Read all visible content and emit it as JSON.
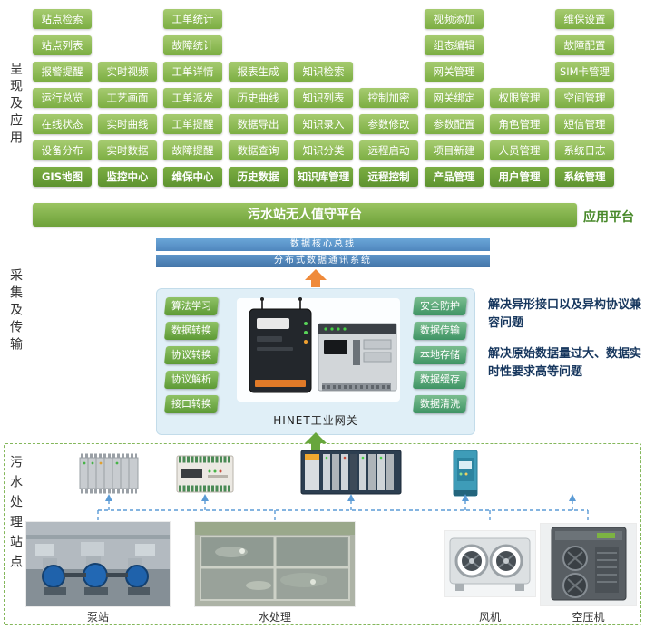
{
  "side_labels": {
    "presentation": "呈现及应用",
    "collection": "采集及传输",
    "sites": "污水处理站点"
  },
  "app_grid": {
    "columns": [
      {
        "header": "GIS地图",
        "items": [
          "站点检索",
          "站点列表",
          "报警提醒",
          "运行总览",
          "在线状态",
          "设备分布"
        ]
      },
      {
        "header": "监控中心",
        "items": [
          "实时视频",
          "工艺画面",
          "实时曲线",
          "实时数据"
        ]
      },
      {
        "header": "维保中心",
        "items": [
          "工单统计",
          "故障统计",
          "工单详情",
          "工单派发",
          "工单提醒",
          "故障提醒"
        ]
      },
      {
        "header": "历史数据",
        "items": [
          "报表生成",
          "历史曲线",
          "数据导出",
          "数据查询"
        ]
      },
      {
        "header": "知识库管理",
        "items": [
          "知识检索",
          "知识列表",
          "知识录入",
          "知识分类"
        ]
      },
      {
        "header": "远程控制",
        "items": [
          "控制加密",
          "参数修改",
          "远程启动"
        ]
      },
      {
        "header": "产品管理",
        "items": [
          "视频添加",
          "组态编辑",
          "网关管理",
          "网关绑定",
          "参数配置",
          "项目新建"
        ]
      },
      {
        "header": "用户管理",
        "items": [
          "权限管理",
          "角色管理",
          "人员管理"
        ]
      },
      {
        "header": "系统管理",
        "items": [
          "维保设置",
          "故障配置",
          "SIM卡管理",
          "空间管理",
          "短信管理",
          "系统日志"
        ]
      }
    ]
  },
  "platform_bar": {
    "label": "污水站无人值守平台",
    "side_label": "应用平台"
  },
  "bus_bars": [
    "数据核心总线",
    "分布式数据通讯系统"
  ],
  "gateway": {
    "label": "HINET工业网关",
    "left_functions": [
      "算法学习",
      "数据转换",
      "协议转换",
      "协议解析",
      "接口转换"
    ],
    "right_functions": [
      "安全防护",
      "数据传输",
      "本地存储",
      "数据缓存",
      "数据清洗"
    ]
  },
  "notes": [
    "解决异形接口以及异构协议兼容问题",
    "解决原始数据量过大、数据实时性要求高等问题"
  ],
  "site_labels": [
    "泵站",
    "水处理",
    "风机",
    "空压机"
  ],
  "colors": {
    "button_green_top": "#a6cb70",
    "button_green_bottom": "#7cae43",
    "header_green": "#5e9330",
    "platform_green": "#6da139",
    "app_platform_text": "#48892a",
    "bus_blue": "#4f86bd",
    "note_navy": "#17375e",
    "arrow_orange": "#ef8a3a",
    "arrow_green": "#67a63c",
    "dashed_border_green": "#84b75b",
    "connector_blue": "#5b9bd5",
    "gateway_panel": "#e0eff7"
  }
}
